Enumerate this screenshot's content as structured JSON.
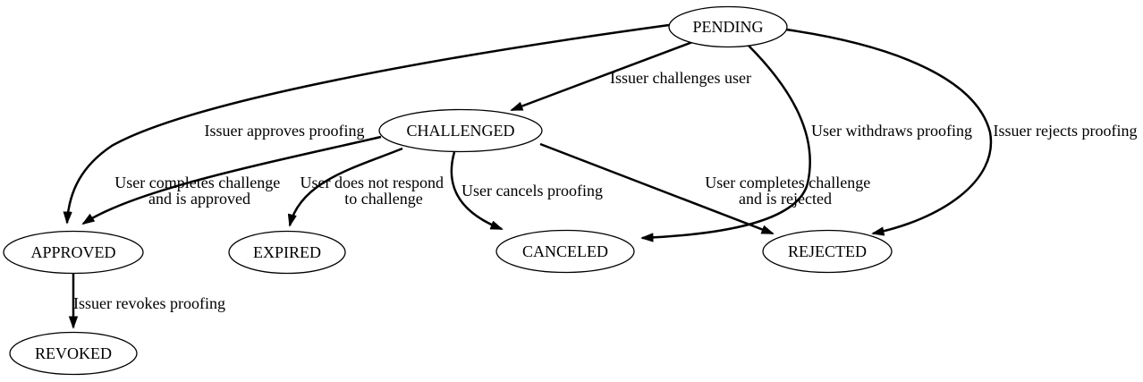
{
  "diagram": {
    "type": "state-transition-graph",
    "colors": {
      "background": "#ffffff",
      "node_fill": "#ffffff",
      "stroke": "#000000",
      "text": "#000000"
    },
    "nodes": [
      {
        "id": "pending",
        "label": "PENDING"
      },
      {
        "id": "challenged",
        "label": "CHALLENGED"
      },
      {
        "id": "approved",
        "label": "APPROVED"
      },
      {
        "id": "expired",
        "label": "EXPIRED"
      },
      {
        "id": "canceled",
        "label": "CANCELED"
      },
      {
        "id": "rejected",
        "label": "REJECTED"
      },
      {
        "id": "revoked",
        "label": "REVOKED"
      }
    ],
    "edges": [
      {
        "from": "PENDING",
        "to": "CHALLENGED",
        "label": "Issuer challenges user",
        "lines": [
          "Issuer challenges user"
        ]
      },
      {
        "from": "PENDING",
        "to": "APPROVED",
        "label": "Issuer approves proofing",
        "lines": [
          "Issuer approves proofing"
        ]
      },
      {
        "from": "PENDING",
        "to": "CANCELED",
        "label": "User withdraws proofing",
        "lines": [
          "User withdraws proofing"
        ]
      },
      {
        "from": "PENDING",
        "to": "REJECTED",
        "label": "Issuer rejects proofing",
        "lines": [
          "Issuer rejects proofing"
        ]
      },
      {
        "from": "CHALLENGED",
        "to": "APPROVED",
        "label": "User completes challenge and is approved",
        "lines": [
          "User completes challenge",
          "and is approved"
        ]
      },
      {
        "from": "CHALLENGED",
        "to": "EXPIRED",
        "label": "User does not respond to challenge",
        "lines": [
          "User does not respond",
          "to challenge"
        ]
      },
      {
        "from": "CHALLENGED",
        "to": "CANCELED",
        "label": "User cancels proofing",
        "lines": [
          "User cancels proofing"
        ]
      },
      {
        "from": "CHALLENGED",
        "to": "REJECTED",
        "label": "User completes challenge and is rejected",
        "lines": [
          "User completes challenge",
          "and is rejected"
        ]
      },
      {
        "from": "APPROVED",
        "to": "REVOKED",
        "label": "Issuer revokes proofing",
        "lines": [
          "Issuer revokes proofing"
        ]
      }
    ]
  }
}
